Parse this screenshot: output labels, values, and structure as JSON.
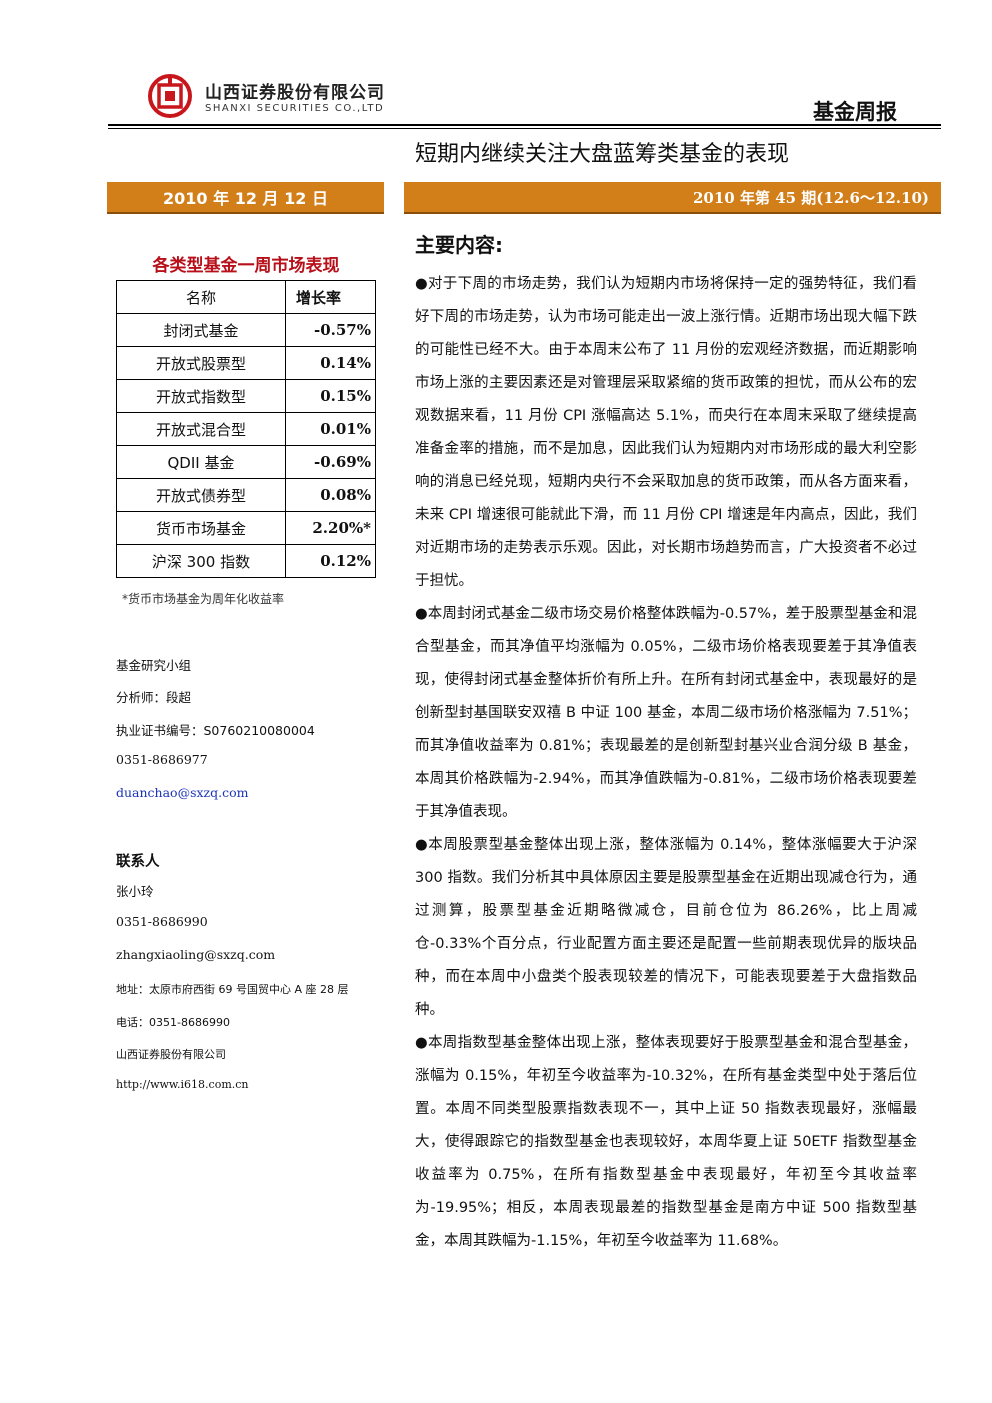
{
  "header": {
    "company_cn": "山西证券股份有限公司",
    "company_en": "SHANXI SECURITIES CO.,LTD",
    "report_type": "基金周报",
    "title": "短期内继续关注大盘蓝筹类基金的表现"
  },
  "bars": {
    "date": "2010 年 12 月 12 日",
    "issue": "2010 年第 45 期(12.6～12.10)"
  },
  "summary": {
    "heading": "主要内容:",
    "paragraphs": [
      "●对于下周的市场走势，我们认为短期内市场将保持一定的强势特征，我们看好下周的市场走势，认为市场可能走出一波上涨行情。近期市场出现大幅下跌的可能性已经不大。由于本周末公布了 11 月份的宏观经济数据，而近期影响市场上涨的主要因素还是对管理层采取紧缩的货币政策的担忧，而从公布的宏观数据来看，11 月份 CPI 涨幅高达 5.1%，而央行在本周末采取了继续提高准备金率的措施，而不是加息，因此我们认为短期内对市场形成的最大利空影响的消息已经兑现，短期内央行不会采取加息的货币政策，而从各方面来看，未来 CPI 增速很可能就此下滑，而 11 月份 CPI 增速是年内高点，因此，我们对近期市场的走势表示乐观。因此，对长期市场趋势而言，广大投资者不必过于担忧。",
      "●本周封闭式基金二级市场交易价格整体跌幅为-0.57%，差于股票型基金和混合型基金，而其净值平均涨幅为 0.05%，二级市场价格表现要差于其净值表现，使得封闭式基金整体折价有所上升。在所有封闭式基金中，表现最好的是创新型封基国联安双禧 B 中证 100 基金，本周二级市场价格涨幅为 7.51%；而其净值收益率为 0.81%；表现最差的是创新型封基兴业合润分级 B 基金，本周其价格跌幅为-2.94%，而其净值跌幅为-0.81%，二级市场价格表现要差于其净值表现。",
      "●本周股票型基金整体出现上涨，整体涨幅为 0.14%，整体涨幅要大于沪深 300 指数。我们分析其中具体原因主要是股票型基金在近期出现减仓行为，通过测算，股票型基金近期略微减仓，目前仓位为 86.26%，比上周减仓-0.33%个百分点，行业配置方面主要还是配置一些前期表现优异的版块品种，而在本周中小盘类个股表现较差的情况下，可能表现要差于大盘指数品种。",
      "●本周指数型基金整体出现上涨，整体表现要好于股票型基金和混合型基金，涨幅为 0.15%，年初至今收益率为-10.32%，在所有基金类型中处于落后位置。本周不同类型股票指数表现不一，其中上证 50 指数表现最好，涨幅最大，使得跟踪它的指数型基金也表现较好，本周华夏上证 50ETF 指数型基金收益率为 0.75%，在所有指数型基金中表现最好，年初至今其收益率为-19.95%；相反，本周表现最差的指数型基金是南方中证 500 指数型基金，本周其跌幅为-1.15%，年初至今收益率为 11.68%。"
    ]
  },
  "performance_table": {
    "title": "各类型基金一周市场表现",
    "col_name": "名称",
    "col_rate": "增长率",
    "rows": [
      {
        "name": "封闭式基金",
        "rate": "-0.57%"
      },
      {
        "name": "开放式股票型",
        "rate": "0.14%"
      },
      {
        "name": "开放式指数型",
        "rate": "0.15%"
      },
      {
        "name": "开放式混合型",
        "rate": "0.01%"
      },
      {
        "name": "QDII 基金",
        "rate": "-0.69%"
      },
      {
        "name": "开放式债券型",
        "rate": "0.08%"
      },
      {
        "name": "货币市场基金",
        "rate": "2.20%*"
      },
      {
        "name": "沪深 300 指数",
        "rate": "0.12%"
      }
    ],
    "note": "*货币市场基金为周年化收益率"
  },
  "analyst": {
    "group": "基金研究小组",
    "name": "分析师：段超",
    "cert": "执业证书编号：S0760210080004",
    "phone": "0351-8686977",
    "email": "duanchao@sxzq.com"
  },
  "contact": {
    "heading": "联系人",
    "name": "张小玲",
    "phone": "0351-8686990",
    "email": "zhangxiaoling@sxzq.com",
    "address": "地址：太原市府西街 69 号国贸中心 A 座 28 层",
    "tel": "电话：0351-8686990",
    "company": "山西证券股份有限公司",
    "url": "http://www.i618.com.cn"
  },
  "colors": {
    "accent_bar": "#d27f1a",
    "table_title": "#b8101a",
    "logo_red": "#c8161d",
    "link": "#1a33b8"
  }
}
